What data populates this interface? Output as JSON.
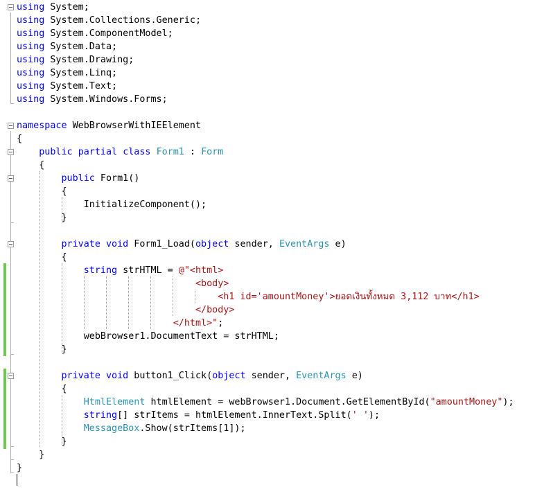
{
  "colors": {
    "keyword": "#0000ff",
    "type": "#2b91af",
    "string": "#a31515",
    "text": "#000000",
    "change_bar": "#6fc94f"
  },
  "code": {
    "l1": {
      "a": "using",
      "b": " System;"
    },
    "l2": {
      "a": "using",
      "b": " System.Collections.Generic;"
    },
    "l3": {
      "a": "using",
      "b": " System.ComponentModel;"
    },
    "l4": {
      "a": "using",
      "b": " System.Data;"
    },
    "l5": {
      "a": "using",
      "b": " System.Drawing;"
    },
    "l6": {
      "a": "using",
      "b": " System.Linq;"
    },
    "l7": {
      "a": "using",
      "b": " System.Text;"
    },
    "l8": {
      "a": "using",
      "b": " System.Windows.Forms;"
    },
    "l10": {
      "a": "namespace",
      "b": " WebBrowserWithIEElement"
    },
    "l11": {
      "a": "{"
    },
    "l12": {
      "a": "    ",
      "b": "public",
      "c": " ",
      "d": "partial",
      "e": " ",
      "f": "class",
      "g": " ",
      "h": "Form1",
      "i": " : ",
      "j": "Form"
    },
    "l13": {
      "a": "    {"
    },
    "l14": {
      "a": "        ",
      "b": "public",
      "c": " Form1()"
    },
    "l15": {
      "a": "        {"
    },
    "l16": {
      "a": "            InitializeComponent();"
    },
    "l17": {
      "a": "        }"
    },
    "l19": {
      "a": "        ",
      "b": "private",
      "c": " ",
      "d": "void",
      "e": " Form1_Load(",
      "f": "object",
      "g": " sender, ",
      "h": "EventArgs",
      "i": " e)"
    },
    "l20": {
      "a": "        {"
    },
    "l21": {
      "a": "            ",
      "b": "string",
      "c": " strHTML = ",
      "d": "@\"<html>"
    },
    "l22": {
      "a": "                                ",
      "b": "<body>"
    },
    "l23": {
      "a": "                                    ",
      "b": "<h1 id='amountMoney'>ยอดเงินทั้งหมด 3,112 บาท</h1>"
    },
    "l24": {
      "a": "                                ",
      "b": "</body>"
    },
    "l25": {
      "a": "                            ",
      "b": "</html>\"",
      "c": ";"
    },
    "l26": {
      "a": "            webBrowser1.DocumentText = strHTML;"
    },
    "l27": {
      "a": "        }"
    },
    "l29": {
      "a": "        ",
      "b": "private",
      "c": " ",
      "d": "void",
      "e": " button1_Click(",
      "f": "object",
      "g": " sender, ",
      "h": "EventArgs",
      "i": " e)"
    },
    "l30": {
      "a": "        {"
    },
    "l31": {
      "a": "            ",
      "b": "HtmlElement",
      "c": " htmlElement = webBrowser1.Document.GetElementById(",
      "d": "\"amountMoney\"",
      "e": ");"
    },
    "l32": {
      "a": "            ",
      "b": "string",
      "c": "[] strItems = htmlElement.InnerText.Split(",
      "d": "' '",
      "e": ");"
    },
    "l33": {
      "a": "            ",
      "b": "MessageBox",
      "c": ".Show(strItems[1]);"
    },
    "l34": {
      "a": "        }"
    },
    "l35": {
      "a": "    }"
    },
    "l36": {
      "a": "}"
    }
  }
}
